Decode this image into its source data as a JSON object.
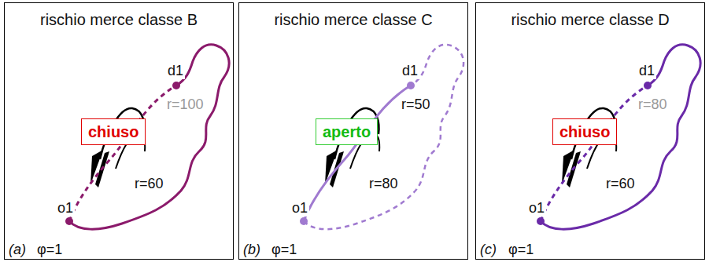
{
  "diagram": {
    "nodes": [
      {
        "text": [
          "rischio merce classe B"
        ]
      },
      {
        "text": [
          "chiuso"
        ],
        "in": 0
      },
      {
        "text": [
          "rischio merce classe C"
        ]
      },
      {
        "text": [
          "aperto"
        ],
        "in": 2
      },
      {
        "text": [
          "rischio merce classe D"
        ]
      },
      {
        "text": [
          "chiuso"
        ],
        "in": 4
      }
    ],
    "labels": [
      "d1",
      "r=100",
      "r=60",
      "o1",
      "(a)",
      "φ=1",
      "d1",
      "r=50",
      "r=80",
      "o1",
      "(b)",
      "φ=1",
      "d1",
      "r=80",
      "r=60",
      "o1",
      "(c)",
      "φ=1"
    ]
  }
}
